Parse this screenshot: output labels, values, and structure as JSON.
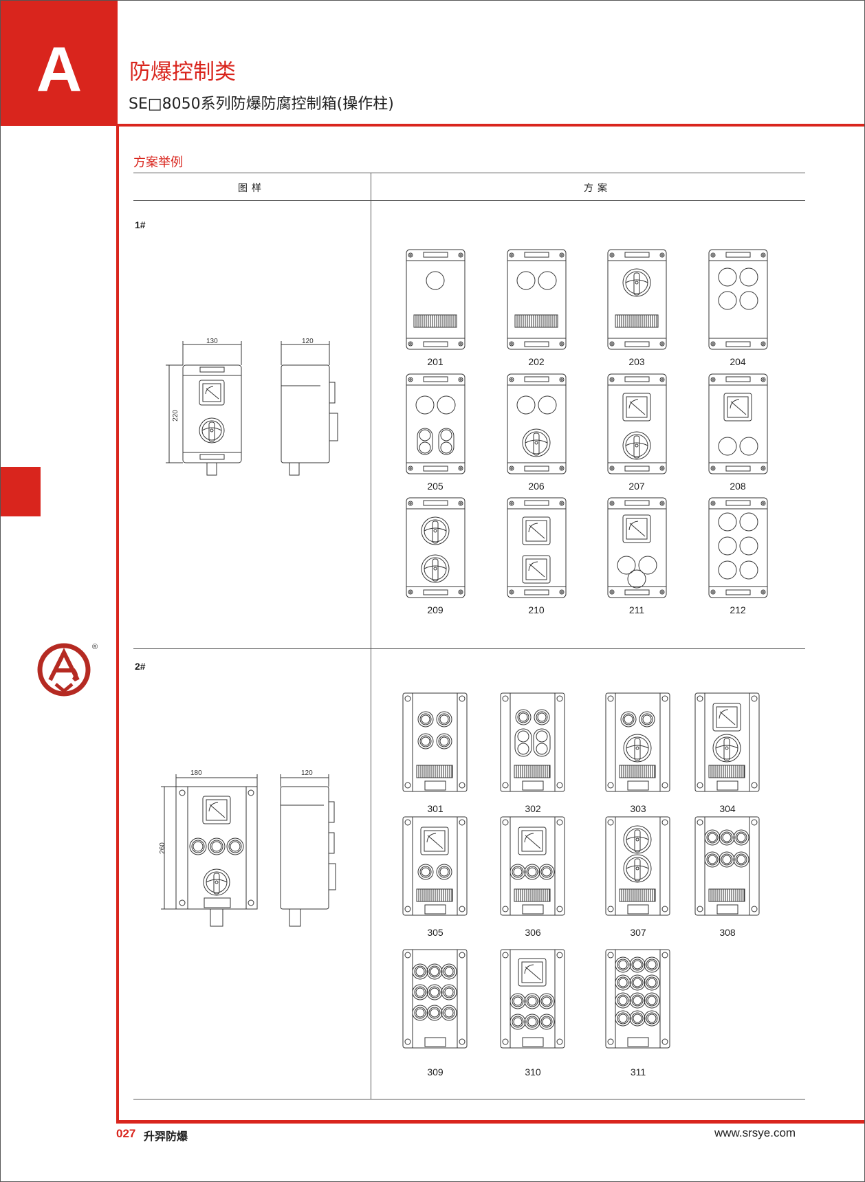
{
  "header": {
    "section_letter": "A",
    "category_title": "防爆控制类",
    "product_title": "SE□8050系列防爆防腐控制箱(操作柱)"
  },
  "section_title": "方案举例",
  "table": {
    "col_headers": [
      "图样",
      "方案"
    ],
    "groups": [
      {
        "label": "1#",
        "dimensions": {
          "front_width": "130",
          "side_depth": "120",
          "height": "220"
        },
        "schemes": [
          "201",
          "202",
          "203",
          "204",
          "205",
          "206",
          "207",
          "208",
          "209",
          "210",
          "211",
          "212"
        ]
      },
      {
        "label": "2#",
        "dimensions": {
          "front_width": "180",
          "side_depth": "120",
          "height": "260"
        },
        "schemes": [
          "301",
          "302",
          "303",
          "304",
          "305",
          "306",
          "307",
          "308",
          "309",
          "310",
          "311"
        ]
      }
    ]
  },
  "logo": {
    "registered_mark": "®"
  },
  "footer": {
    "page_number": "027",
    "brand": "升羿防爆",
    "website": "www.srsye.com"
  },
  "colors": {
    "accent": "#d9251d",
    "line": "#333333"
  }
}
